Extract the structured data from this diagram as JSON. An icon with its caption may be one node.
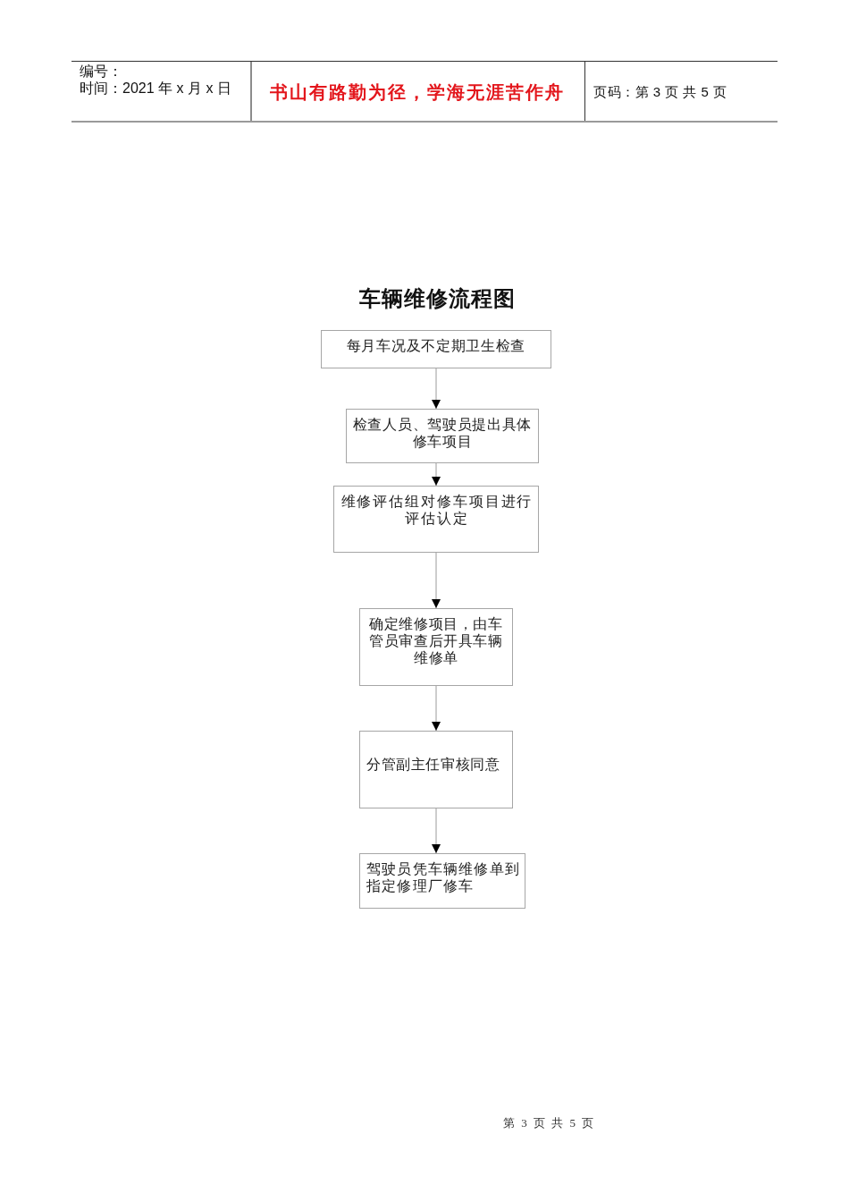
{
  "diagram": {
    "title": "车辆维修流程图",
    "nodes": [
      {
        "text": [
          "每月车况及不定期卫生检查"
        ]
      },
      {
        "text": [
          "检查人员、驾驶员提出具体修车项目"
        ]
      },
      {
        "text": [
          "维修评估组对修车项目进行评估认定"
        ]
      },
      {
        "text": [
          "确定维修项目，由车管员审查后开具车辆维修单"
        ]
      },
      {
        "text": [
          "分管副主任审核同意"
        ]
      },
      {
        "text": [
          "驾驶员凭车辆维修单到指定修理厂修车"
        ]
      }
    ],
    "edges": [
      {
        "from": 0,
        "to": 1,
        "arrow": "to"
      },
      {
        "from": 1,
        "to": 2,
        "arrow": "to"
      },
      {
        "from": 2,
        "to": 3,
        "arrow": "to"
      },
      {
        "from": 3,
        "to": 4,
        "arrow": "to"
      },
      {
        "from": 4,
        "to": 5,
        "arrow": "to"
      }
    ],
    "labels": [
      "编号：",
      "时间：2021 年 x 月 x 日",
      "书山有路勤为径，学海无涯苦作舟",
      "页码：第 3 页 共 5 页",
      "第 3 页 共 5 页"
    ]
  }
}
